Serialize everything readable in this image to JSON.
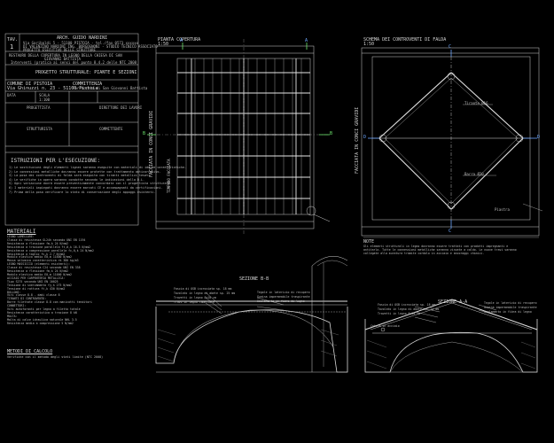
{
  "title_block": {
    "tav_label": "TAV.",
    "tav_number": "1",
    "firm_name": "ARCH. GUIDO NARDINI",
    "firm_lines": [
      "Via Garibaldi 5 - 51100 PISTOIA - tel./fax 0573 xxxxxx",
      "DI VALENZINO NARDINI ING. BORGOGNONI - STUDIO TECNICO ASSOCIATO",
      "PROGETTO ESECUTIVO DELLE STRUTTURE"
    ],
    "project_lines": [
      "RESTAURO DELLA COPERTURA IN LEGNO DELLA CHIESA DI SAN",
      "GIOVANNI BATTISTA",
      "Interventi (pratica ai sensi del punto 8.4.2 delle NTC 2008"
    ],
    "subject": "PROGETTO STRUTTURALE: PIANTE E SEZIONI",
    "comune_label": "COMUNE DI PISTOIA",
    "address": "Via Ghinuzzi n. 23 - 51100 Pistoia",
    "committenza_label": "COMMITTENZA",
    "committenza_value": "Parrocchia di San Giovanni Battista",
    "scala_label": "SCALA",
    "scala_value": "1:100",
    "data_label": "DATA",
    "progetto_label": "PROGETTISTA",
    "direttore_label": "DIRETTORE DEI LAVORI",
    "strutturista_label": "STRUTTURISTA",
    "committente_label": "COMMITTENTE",
    "istruzioni_title": "ISTRUZIONI PER L'ESECUZIONE:",
    "istruzioni_lines": [
      "1) Le sostituzioni degli elementi lignei saranno eseguite con materiali di idonee caratteristiche.",
      "2) Le connessioni metalliche dovranno essere protette con trattamento anticorrosivo.",
      "3) La posa dei controventi di falda sarà eseguita con tiranti metallici tesati.",
      "4) Le verifiche in opera saranno condotte secondo le indicazioni della D.L.",
      "5) Ogni variazione dovrà essere preventivamente concordata con il progettista strutturale.",
      "6) I materiali impiegati dovranno essere marcati CE e accompagnati da certificazioni.",
      "7) Prima della posa verificare lo stato di conservazione degli appoggi esistenti."
    ]
  },
  "materiali": {
    "title": "MATERIALI",
    "lines": [
      "LEGNO LAMELLARE:",
      "Classe di resistenza GL24h secondo UNI EN 1194",
      "Resistenza a flessione               fm,k   24 N/mm2",
      "Resistenza a trazione parallela      ft,0,k 16.5 N/mm2",
      "Resistenza a compressione parallela  fc,0,k 24 N/mm2",
      "Resistenza a taglio                  fv,k   2.7 N/mm2",
      "Modulo elastico medio                E0,m   11600 N/mm2",
      "Massa volumica caratteristica        rk     380 kg/m3",
      "",
      "LEGNO MASSICCIO (elementi esistenti):",
      "Classe di resistenza C24 secondo UNI EN 338",
      "Resistenza a flessione               fm,k   24 N/mm2",
      "Modulo elastico medio                E0,m   11000 N/mm2",
      "",
      "ACCIAIO PER CARPENTERIA METALLICA:",
      "Tipo S275 secondo UNI EN 10025",
      "Tensione di snervamento              fy,k   275 N/mm2",
      "Tensione di rottura                  ft,k   430 N/mm2",
      "",
      "BULLONI:",
      "Viti classe 8.8 - dadi classe 8",
      "",
      "TIRANTI DI CONTROVENTO:",
      "Barre filettate classe 8.8 con manicotti tenditori",
      "",
      "CONNETTORI:",
      "Viti autoforanti per legno a filetto totale",
      "Resistenza caratteristica a trazione 8 kN",
      "",
      "MALTA:",
      "Malta di calce idraulica naturale NHL 3.5",
      "Resistenza media a compressione 5 N/mm2"
    ],
    "metodi_title": "METODI DI CALCOLO",
    "metodi_line": "Verifiche con il metodo degli stati limite (NTC 2008)"
  },
  "views": {
    "pianta_title": "PIANTA COPERTURA",
    "pianta_scale": "1:50",
    "pianta_side_label": "FACCIATA IN CONCI GRAVIDI",
    "pianta_inner_label": "TIMPANO FACCIATA",
    "schema_title": "SCHEMA DEI CONTROVENTI DI FALDA",
    "schema_scale": "1:50",
    "schema_side_label": "FACCIATA IN CONCI GRAVIDI",
    "sezione_bb_title": "SEZIONE B-B",
    "sezione_aa_title": "SEZIONE A-A",
    "section_marks": [
      "A",
      "B",
      "C",
      "D"
    ],
    "note_label": "NOTE",
    "note_lines": [
      "Gli elementi strutturali in legno dovranno essere trattati con prodotti impregnanti e",
      "antitarlo. Tutte le connessioni metalliche saranno zincate a caldo. Le nuove travi saranno",
      "collegate alla muratura tramite cordolo in acciaio e ancoraggi chimici."
    ],
    "callouts_bb": [
      "Fascia di OSB incrociata sp. 18 mm",
      "Tavolato in legno di abete sp. 25 mm",
      "Travetti in legno 8x10 cm",
      "Travi in legno lamellare"
    ],
    "callouts_bb_right": [
      "Tegole in laterizio di recupero",
      "Guaina impermeabile traspirante",
      "Isolamento in fibra di legno"
    ],
    "callouts_aa": [
      "Fascia di OSB incrociata sp. 18 mm",
      "Tavolato in legno di abete sp. 25 mm",
      "Travetti in legno 8x10 cm",
      "Catena in acciaio"
    ],
    "callouts_aa_right": [
      "Tegole in laterizio di recupero",
      "Guaina impermeabile traspirante",
      "Isolamento in fibra di legno"
    ],
    "legend_tags": [
      "Tirante Ø16",
      "Barra Ø20",
      "Piastra"
    ]
  },
  "colors": {
    "background": "#000000",
    "line": "#d8d8d8",
    "accent_blue": "#6fa8ff",
    "accent_green": "#6fe86f"
  }
}
